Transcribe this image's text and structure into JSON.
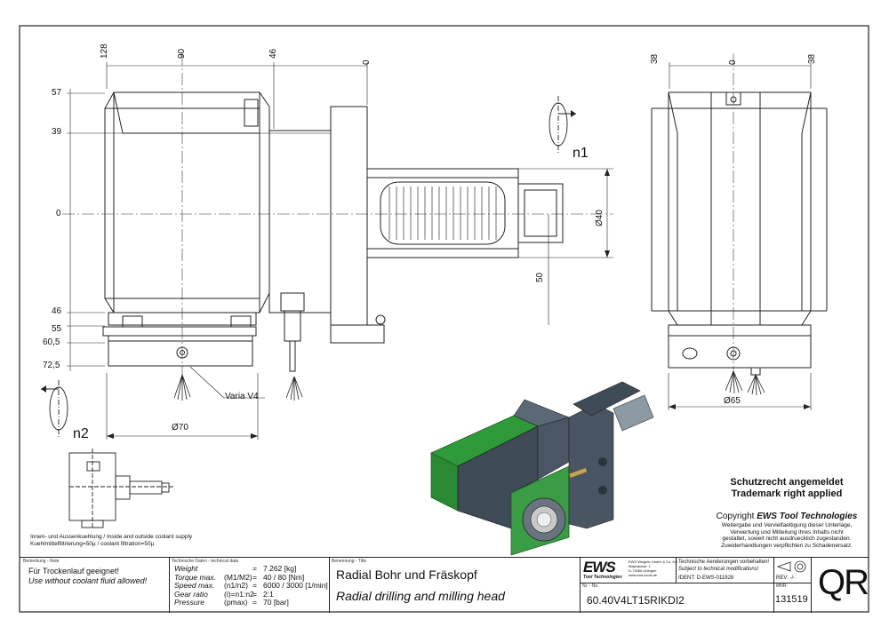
{
  "dims": {
    "top_left": [
      "128",
      "90",
      "46",
      "0"
    ],
    "top_right": [
      "38",
      "0",
      "38"
    ],
    "left_axis": [
      "57",
      "39",
      "0",
      "46",
      "55",
      "60,5",
      "72,5"
    ],
    "d40": "Ø40",
    "v50": "50",
    "d70": "Ø70",
    "d65": "Ø65",
    "n1": "n1",
    "n2": "n2",
    "varia": "Varia V4"
  },
  "coolant": {
    "line1": "Innen- und Aussenkuehlung / Inside and outside coolant supply",
    "line2": "Kuehlmittelfiltrierung=50µ / coolant filtration=50µ"
  },
  "legal": {
    "de": "Schutzrecht angemeldet",
    "en": "Trademark right applied",
    "copyright_prefix": "Copyright ",
    "copyright_brand": "EWS Tool Technologies",
    "notice": [
      "Weitergabe und Vervielfaeltigung dieser Unterlage,",
      "Verwertung und Mitteilung ihres Inhalts nicht",
      "gestattet, soweit nicht ausdruecklich zugestanden.",
      "Zuwiderhandlungen verpflichten zu Schadenersatz."
    ]
  },
  "title_block": {
    "remark_hdr": "Bemerkung - Note",
    "remark_de": "Für Trockenlauf geeignet!",
    "remark_en": "Use without coolant fluid allowed!",
    "tech_hdr": "Technische Daten - technical data",
    "tech_rows": [
      {
        "label": "Weight",
        "param": "",
        "eq": "=",
        "value": "7.262 [kg]"
      },
      {
        "label": "Torque max.",
        "param": "(M1/M2)",
        "eq": "=",
        "value": "40 / 80 [Nm]"
      },
      {
        "label": "Speed max.",
        "param": "(n1/n2)",
        "eq": "=",
        "value": "6000 / 3000 [1/min]"
      },
      {
        "label": "Gear ratio",
        "param": "(i)=n1:n2",
        "eq": "=",
        "value": "2:1"
      },
      {
        "label": "Pressure",
        "param": "(pmax)",
        "eq": "=",
        "value": "70 [bar]"
      }
    ],
    "title_hdr": "Benennung - Title",
    "title_de": "Radial Bohr und Fräskopf",
    "title_en": "Radial drilling and milling head",
    "logo": "EWS",
    "logo_sub": "Tool Technologies",
    "company": [
      "EWS Weigele GmbH & Co. KG",
      "Maybachstr. 1",
      "D-73066 Uhingen",
      "www.ews-tools.de"
    ],
    "change_de": "Technische Aenderungen vorbehalten!",
    "change_en": "Subject to technical modifications!",
    "ident": "IDENT:  D-EWS-011828",
    "rev": "REV:  -/-",
    "nr_hdr": "Nr. - No.",
    "part_no": "60.40V4LT15RIKDI2",
    "mnr_hdr": "MNR:",
    "mnr": "131519",
    "qr": "QR"
  },
  "colors": {
    "green": "#2f9a3a",
    "steel": "#3f4a57",
    "steel_light": "#5b6876"
  }
}
